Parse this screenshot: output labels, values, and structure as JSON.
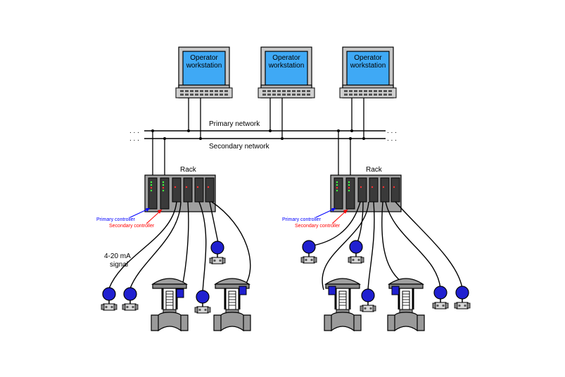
{
  "workstations": [
    {
      "label_line1": "Operator",
      "label_line2": "workstation"
    },
    {
      "label_line1": "Operator",
      "label_line2": "workstation"
    },
    {
      "label_line1": "Operator",
      "label_line2": "workstation"
    }
  ],
  "networks": {
    "primary_label": "Primary network",
    "secondary_label": "Secondary network",
    "ellipsis": ". . ."
  },
  "racks": [
    {
      "label": "Rack",
      "primary_controller_label": "Primary controller",
      "secondary_controller_label": "Secondary controller"
    },
    {
      "label": "Rack",
      "primary_controller_label": "Primary controller",
      "secondary_controller_label": "Secondary controller"
    }
  ],
  "signal_label_line1": "4-20 mA",
  "signal_label_line2": "signal",
  "colors": {
    "screen": "#3fa9f5",
    "rack": "#a0a0a0",
    "card": "#3a3a3a",
    "transmitter": "#2020d0",
    "valve_body": "#9a9a9a",
    "primary_label": "#0000ff",
    "secondary_label": "#ff0000"
  }
}
